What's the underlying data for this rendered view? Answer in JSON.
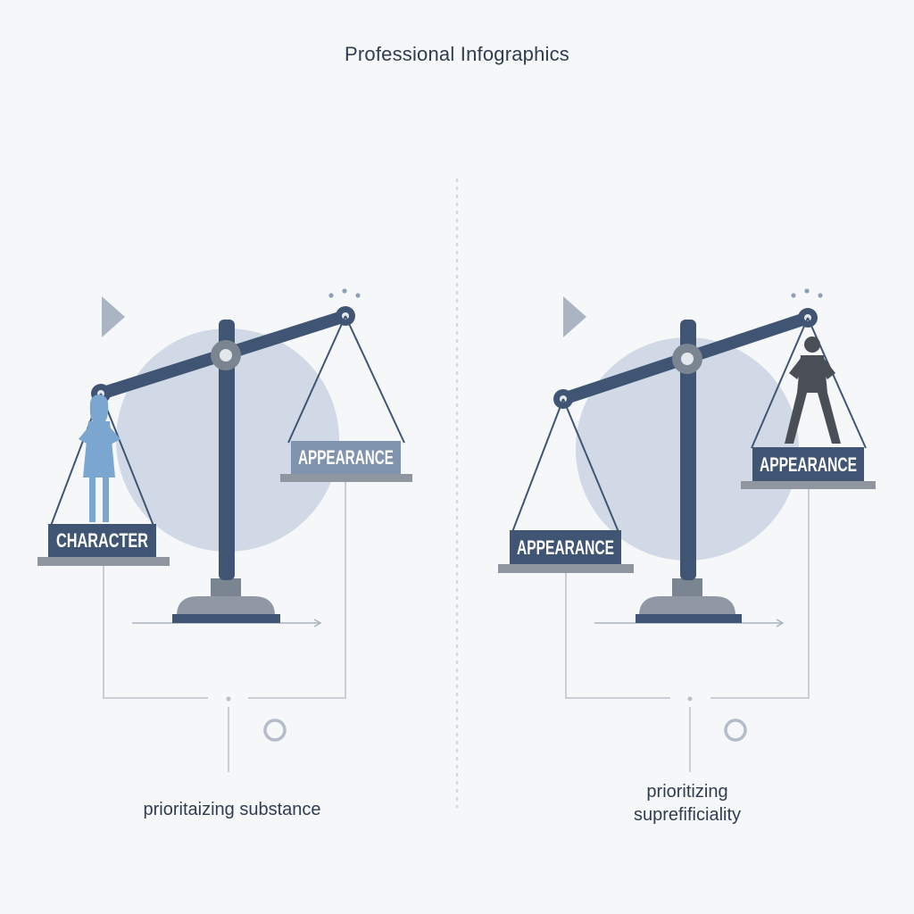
{
  "title": "Professional Infographics",
  "left_panel": {
    "caption": "prioritaizing substance",
    "low_pan_label": "CHARACTER",
    "high_pan_label": "APPEARANCE"
  },
  "right_panel": {
    "caption_line1": "prioritizing",
    "caption_line2": "suprefificiality",
    "low_pan_label": "APPEARANCE",
    "high_pan_label": "APPEARANCE"
  },
  "colors": {
    "background": "#f6f7f9",
    "navy": "#3f5573",
    "circle": "#c9d4e2",
    "gray": "#8f96a0",
    "figure_blue": "#7ba6cf",
    "figure_dark": "#4a4f57",
    "line": "#c8ced6"
  }
}
